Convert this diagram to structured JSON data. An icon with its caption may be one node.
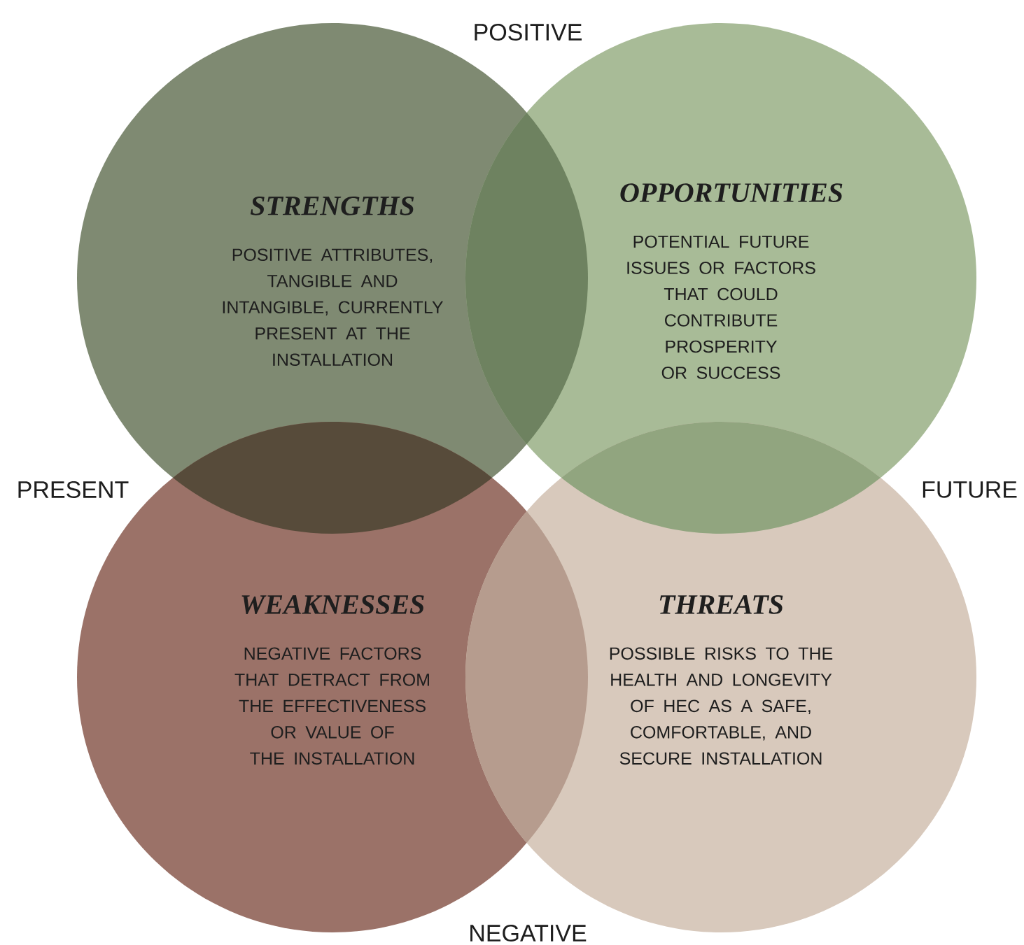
{
  "diagram": {
    "nodes": [
      {
        "text": [
          "STRENGTHS",
          "POSITIVE ATTRIBUTES, TANGIBLE AND INTANGIBLE, CURRENTLY PRESENT AT THE INSTALLATION"
        ]
      },
      {
        "text": [
          "OPPORTUNITIES",
          "POTENTIAL FUTURE ISSUES OR FACTORS THAT COULD CONTRIBUTE PROSPERITY OR SUCCESS"
        ]
      },
      {
        "text": [
          "WEAKNESSES",
          "NEGATIVE FACTORS THAT DETRACT FROM THE EFFECTIVENESS OR VALUE OF THE INSTALLATION"
        ]
      },
      {
        "text": [
          "THREATS",
          "POSSIBLE RISKS TO THE HEALTH AND LONGEVITY OF HEC AS A SAFE, COMFORTABLE, AND SECURE INSTALLATION"
        ]
      }
    ],
    "labels": [
      "POSITIVE",
      "PRESENT",
      "FUTURE",
      "NEGATIVE"
    ]
  }
}
